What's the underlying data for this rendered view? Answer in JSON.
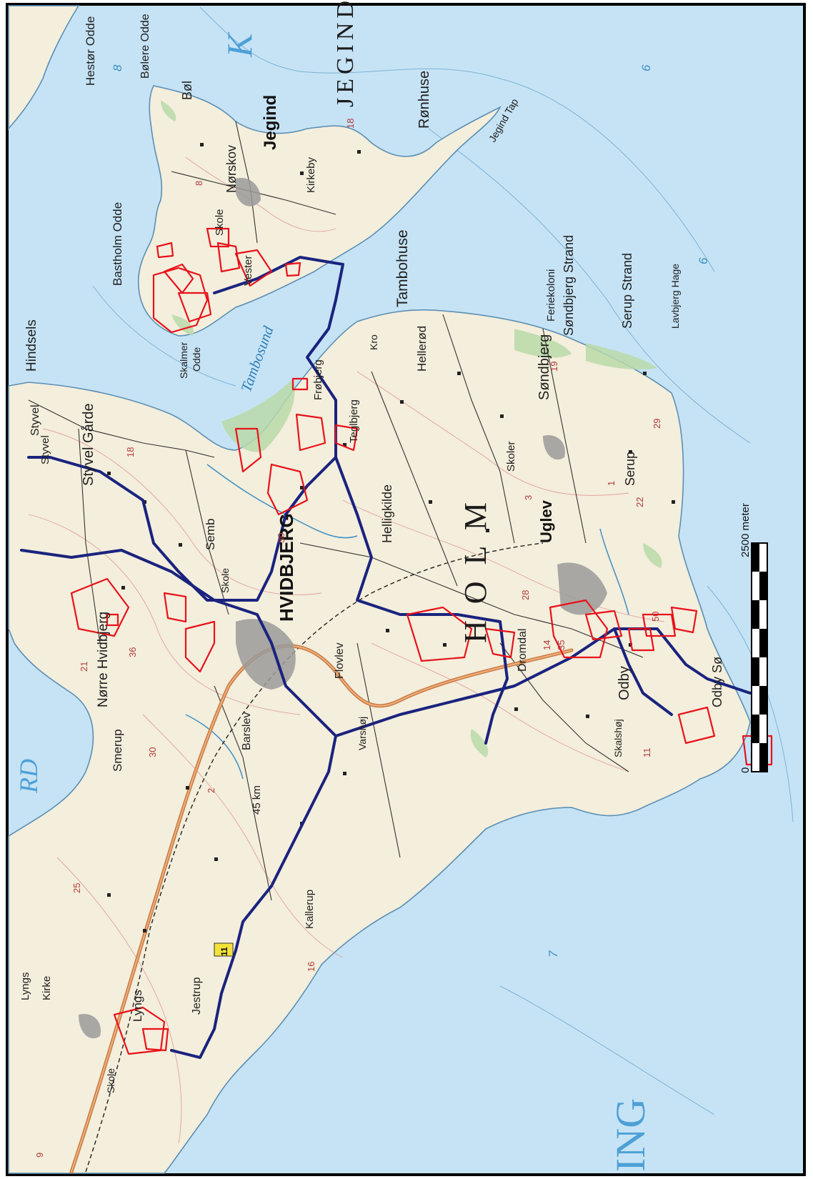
{
  "map": {
    "colors": {
      "sea": "#c6e3f5",
      "land": "#f4eedc",
      "route": "#1a237e",
      "parcels": "#e8121a",
      "main_road": "#c87a45"
    },
    "labels": {
      "hestor_odde": "Hestør Odde",
      "bolero_odde": "Bølere Odde",
      "bol": "Bøl",
      "jegind": "Jegind",
      "jegind_region": "JEGIND",
      "k": "K",
      "ronhuse": "Rønhuse",
      "jegind_tap": "Jegind Tap",
      "norskov": "Nørskov",
      "kirkeby": "Kirkeby",
      "skole_jegind": "Skole",
      "vester": "Vester",
      "tambohuse": "Tambohuse",
      "ferielkoloni": "Feriekoloni",
      "sondbjerg_strand": "Søndbjerg Strand",
      "serup_strand": "Serup Strand",
      "lavbjerg_hage": "Lavbjerg Hage",
      "bastholm_odde": "Bastholm Odde",
      "skalmer_odde_1": "Skalmer",
      "skalmer_odde_2": "Odde",
      "tambosund": "Tambosund",
      "hindsels": "Hindsels",
      "styvel": "Styvel",
      "styvel_2": "Styvel",
      "styvel_garde": "Styvel Gårde",
      "kro": "Kro",
      "hellerod": "Hellerød",
      "teglbjerg": "Teglbjerg",
      "frobjerg": "Frøbjerg",
      "sondbjerg": "Søndbjerg",
      "skoler": "Skoler",
      "holm_region": "H O L M",
      "hvidbjerg": "HVIDBJERG",
      "semb": "Semb",
      "skole_hvid": "Skole",
      "helligkilde": "Helligkilde",
      "uglev": "Uglev",
      "serup": "Serup",
      "norre_hvidbjerg": "Nørre Hvidbjerg",
      "flovlev": "Flovlev",
      "dromdal": "Dromdal",
      "barslev": "Barslev",
      "varsho": "Varshøj",
      "skalsho": "Skalshøj",
      "odby": "Odby",
      "odby_so": "Odby Sø",
      "smerup": "Smerup",
      "km_45": "45 km",
      "kallerup": "Kallerup",
      "lyngs": "Lyngs",
      "kirke": "Kirke",
      "lyngs_2": "Lyngs",
      "jestrup": "Jestrup",
      "skole_lyngs": "Skole",
      "road_number": "11",
      "ring": "ING",
      "rd": "RD"
    },
    "depth_numbers": {
      "d8": "8",
      "d6a": "6",
      "d6b": "6",
      "d7": "7"
    },
    "height_numbers": {
      "h18a": "18",
      "h8": "8",
      "h18b": "18",
      "h19": "19",
      "h29": "29",
      "h1": "1",
      "h3": "3",
      "h22": "22",
      "h30": "30",
      "h28": "28",
      "h21": "21",
      "h30b": "30",
      "h2": "2",
      "h36": "36",
      "h14": "14",
      "h35": "35",
      "h50": "50",
      "h11": "11",
      "h25": "25",
      "h16": "16",
      "h9": "9"
    },
    "scale_bar": {
      "zero": "0",
      "max": "2500 meter"
    }
  }
}
